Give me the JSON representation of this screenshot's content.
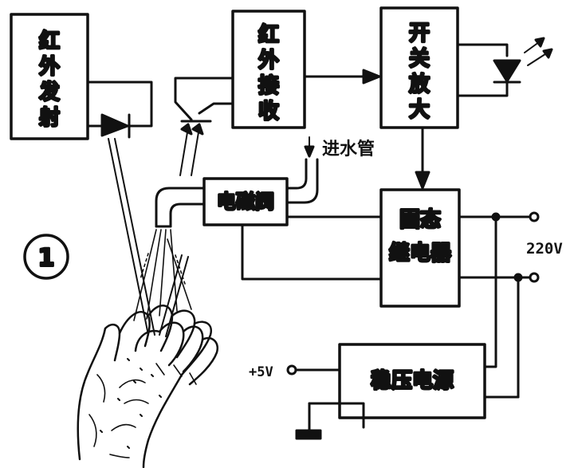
{
  "figure": {
    "number": "1"
  },
  "blocks": {
    "ir_tx": [
      "红",
      "外",
      "发",
      "射"
    ],
    "ir_rx": [
      "红",
      "外",
      "接",
      "收"
    ],
    "sw_amp": [
      "开",
      "关",
      "放",
      "大"
    ],
    "solenoid": "电磁阀",
    "ssr": [
      "固态",
      "继电器"
    ],
    "regulator": "稳压电源"
  },
  "labels": {
    "inlet": "进水管",
    "mains": "220V",
    "supply": "+5V"
  }
}
